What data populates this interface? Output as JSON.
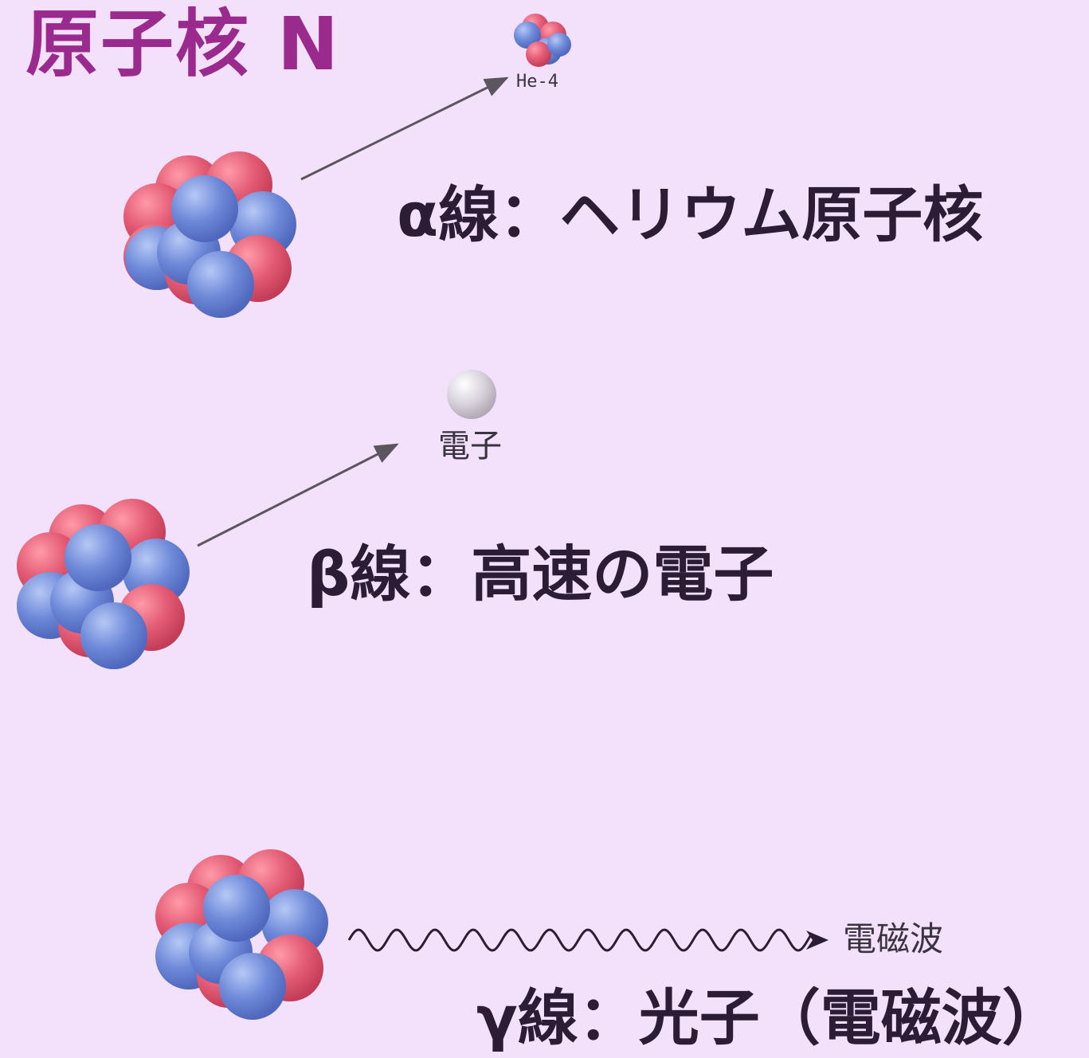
{
  "title": "原子核 N",
  "alpha": {
    "particle_label": "He-4",
    "caption": "α線：ヘリウム原子核"
  },
  "beta": {
    "particle_label": "電子",
    "caption": "β線：高速の電子"
  },
  "gamma": {
    "wave_label": "電磁波",
    "caption": "γ線：光子（電磁波）"
  },
  "colors": {
    "background": "#f3e0fb",
    "title": "#9a2a8e",
    "proton": "#e05a74",
    "neutron": "#6d8cd8",
    "arrow": "#5b5560"
  }
}
